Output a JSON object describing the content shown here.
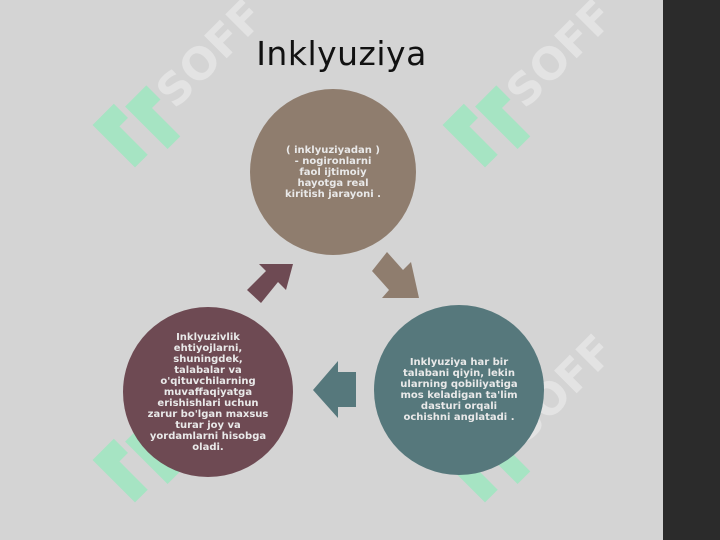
{
  "slide": {
    "title": "Inklyuziya",
    "nodes": [
      {
        "id": "top",
        "text": "( inklyuziyadan ) - nogironlarni faol ijtimoiy hayotga real kiritish jarayoni .",
        "color": "#8f7d6e"
      },
      {
        "id": "right",
        "text": "Inklyuziya har bir talabani qiyin, lekin ularning qobiliyatiga mos keladigan ta'lim dasturi orqali ochishni anglatadi .",
        "color": "#56787c"
      },
      {
        "id": "left",
        "text": "Inklyuzivlik ehtiyojlarni, shuningdek, talabalar va o'qituvchilarning muvaffaqiyatga erishishlari uchun zarur bo'lgan maxsus turar joy va yordamlarni hisobga oladi.",
        "color": "#6e4a53"
      }
    ],
    "watermark": "SOFF"
  },
  "colors": {
    "background": "#d4d4d4",
    "side_panel": "#2b2b2b",
    "watermark": "#3ddc84"
  }
}
